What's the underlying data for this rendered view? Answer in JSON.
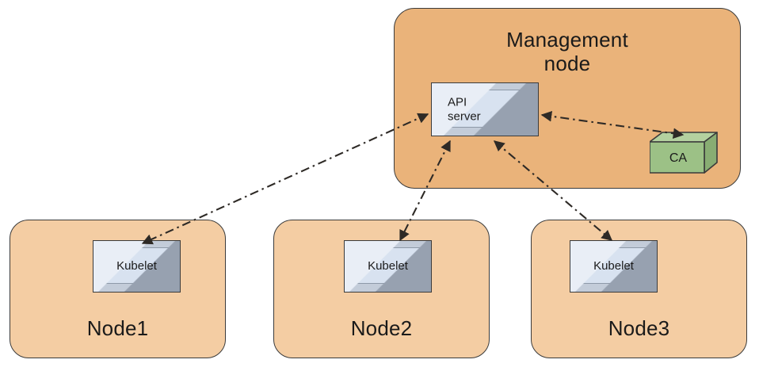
{
  "diagram": {
    "title_hidden": "Kubernetes kubelet TLS bootstrap / API server certificate authority diagram",
    "management": {
      "label": "Management\nnode",
      "fill": "#eab37a",
      "stroke": "#3b3b3b",
      "components": {
        "api_server": {
          "label": "API\nserver",
          "fill": "#d8e2f0",
          "frame": "#c3ccd9"
        },
        "ca": {
          "label": "CA",
          "fill": "#9cc186",
          "top_fill": "#b4d19f",
          "side_fill": "#88ad73",
          "stroke": "#3b3b3b"
        }
      }
    },
    "nodes": [
      {
        "name": "node1",
        "label": "Node1",
        "component_label": "Kubelet",
        "fill": "#f4cda3"
      },
      {
        "name": "node2",
        "label": "Node2",
        "component_label": "Kubelet",
        "fill": "#f4cda3"
      },
      {
        "name": "node3",
        "label": "Node3",
        "component_label": "Kubelet",
        "fill": "#f4cda3"
      }
    ],
    "connectors": [
      {
        "name": "api-server-to-node1-kubelet",
        "from": "API server",
        "to": "Node1 Kubelet",
        "style": "dash-dot",
        "arrows": "both",
        "color": "#2e2a26"
      },
      {
        "name": "api-server-to-node2-kubelet",
        "from": "API server",
        "to": "Node2 Kubelet",
        "style": "dash-dot",
        "arrows": "both",
        "color": "#2e2a26"
      },
      {
        "name": "api-server-to-node3-kubelet",
        "from": "API server",
        "to": "Node3 Kubelet",
        "style": "dash-dot",
        "arrows": "both",
        "color": "#2e2a26"
      },
      {
        "name": "api-server-to-ca",
        "from": "API server",
        "to": "CA",
        "style": "dash-dot",
        "arrows": "both",
        "color": "#2e2a26"
      }
    ]
  }
}
